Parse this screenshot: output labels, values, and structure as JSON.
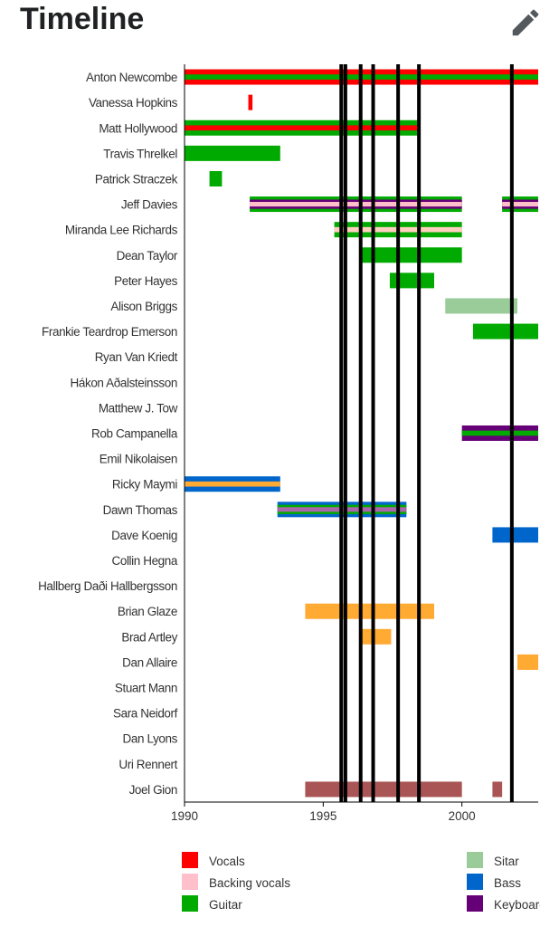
{
  "header": {
    "title": "Timeline",
    "edit_icon": "pencil-icon"
  },
  "chart_data": {
    "type": "timeline",
    "title": "Timeline",
    "xlim": [
      1990,
      2002.75
    ],
    "x_ticks": [
      1990,
      1995,
      2000
    ],
    "members": [
      "Anton Newcombe",
      "Vanessa Hopkins",
      "Matt Hollywood",
      "Travis Threlkel",
      "Patrick Straczek",
      "Jeff Davies",
      "Miranda Lee Richards",
      "Dean Taylor",
      "Peter Hayes",
      "Alison Briggs",
      "Frankie Teardrop Emerson",
      "Ryan Van Kriedt",
      "Hákon Aðalsteinsson",
      "Matthew J. Tow",
      "Rob Campanella",
      "Emil Nikolaisen",
      "Ricky Maymi",
      "Dawn Thomas",
      "Dave Koenig",
      "Collin Hegna",
      "Hallberg Daði Hallbergsson",
      "Brian Glaze",
      "Brad Artley",
      "Dan Allaire",
      "Stuart Mann",
      "Sara Neidorf",
      "Dan Lyons",
      "Uri Rennert",
      "Joel Gion"
    ],
    "bars": [
      {
        "member": 0,
        "start": 1990,
        "end": 2002.75,
        "layers": [
          "#ff0000",
          "#00aa00"
        ]
      },
      {
        "member": 1,
        "start": 1992.3,
        "end": 1992.45,
        "layers": [
          "#ff0000"
        ]
      },
      {
        "member": 2,
        "start": 1990,
        "end": 1998.5,
        "layers": [
          "#00aa00",
          "#ff0000"
        ]
      },
      {
        "member": 3,
        "start": 1990,
        "end": 1993.45,
        "layers": [
          "#00aa00"
        ]
      },
      {
        "member": 4,
        "start": 1990.9,
        "end": 1991.35,
        "layers": [
          "#00aa00"
        ]
      },
      {
        "member": 5,
        "start": 1992.35,
        "end": 2000,
        "layers": [
          "#00aa00",
          "#660077",
          "#ffc0cb"
        ]
      },
      {
        "member": 5,
        "start": 2001.45,
        "end": 2002.75,
        "layers": [
          "#00aa00",
          "#660077",
          "#ffc0cb"
        ]
      },
      {
        "member": 6,
        "start": 1995.4,
        "end": 2000,
        "layers": [
          "#00aa00",
          "#ffcfc0"
        ]
      },
      {
        "member": 7,
        "start": 1996.35,
        "end": 2000,
        "layers": [
          "#00aa00"
        ]
      },
      {
        "member": 8,
        "start": 1997.4,
        "end": 1999,
        "layers": [
          "#00aa00"
        ]
      },
      {
        "member": 9,
        "start": 1999.4,
        "end": 2002,
        "layers": [
          "#99cc99"
        ]
      },
      {
        "member": 10,
        "start": 2000.4,
        "end": 2002.75,
        "layers": [
          "#00aa00"
        ]
      },
      {
        "member": 14,
        "start": 2000,
        "end": 2002.75,
        "layers": [
          "#660077",
          "#00aa00"
        ]
      },
      {
        "member": 16,
        "start": 1990,
        "end": 1993.45,
        "layers": [
          "#0066cc",
          "#ffaa33"
        ]
      },
      {
        "member": 17,
        "start": 1993.35,
        "end": 1998,
        "layers": [
          "#0066cc",
          "#00aa00",
          "#aa66aa"
        ]
      },
      {
        "member": 18,
        "start": 2001.1,
        "end": 2002.75,
        "layers": [
          "#0066cc"
        ]
      },
      {
        "member": 21,
        "start": 1994.35,
        "end": 1999,
        "layers": [
          "#ffaa33"
        ]
      },
      {
        "member": 22,
        "start": 1996.35,
        "end": 1997.45,
        "layers": [
          "#ffaa33"
        ]
      },
      {
        "member": 23,
        "start": 2002,
        "end": 2002.75,
        "layers": [
          "#ffaa33"
        ]
      },
      {
        "member": 28,
        "start": 1994.35,
        "end": 2000,
        "layers": [
          "#aa5555"
        ]
      },
      {
        "member": 28,
        "start": 2001.1,
        "end": 2001.45,
        "layers": [
          "#aa5555"
        ]
      }
    ],
    "release_lines": [
      1995.65,
      1995.8,
      1996.35,
      1996.8,
      1997.7,
      1998.45,
      2001.8
    ],
    "legend": [
      {
        "label": "Vocals",
        "color": "#ff0000"
      },
      {
        "label": "Backing vocals",
        "color": "#ffc0cb"
      },
      {
        "label": "Guitar",
        "color": "#00aa00"
      },
      {
        "label": "Sitar",
        "color": "#99cc99"
      },
      {
        "label": "Bass",
        "color": "#0066cc"
      },
      {
        "label": "Keyboards",
        "color": "#660077"
      }
    ]
  }
}
